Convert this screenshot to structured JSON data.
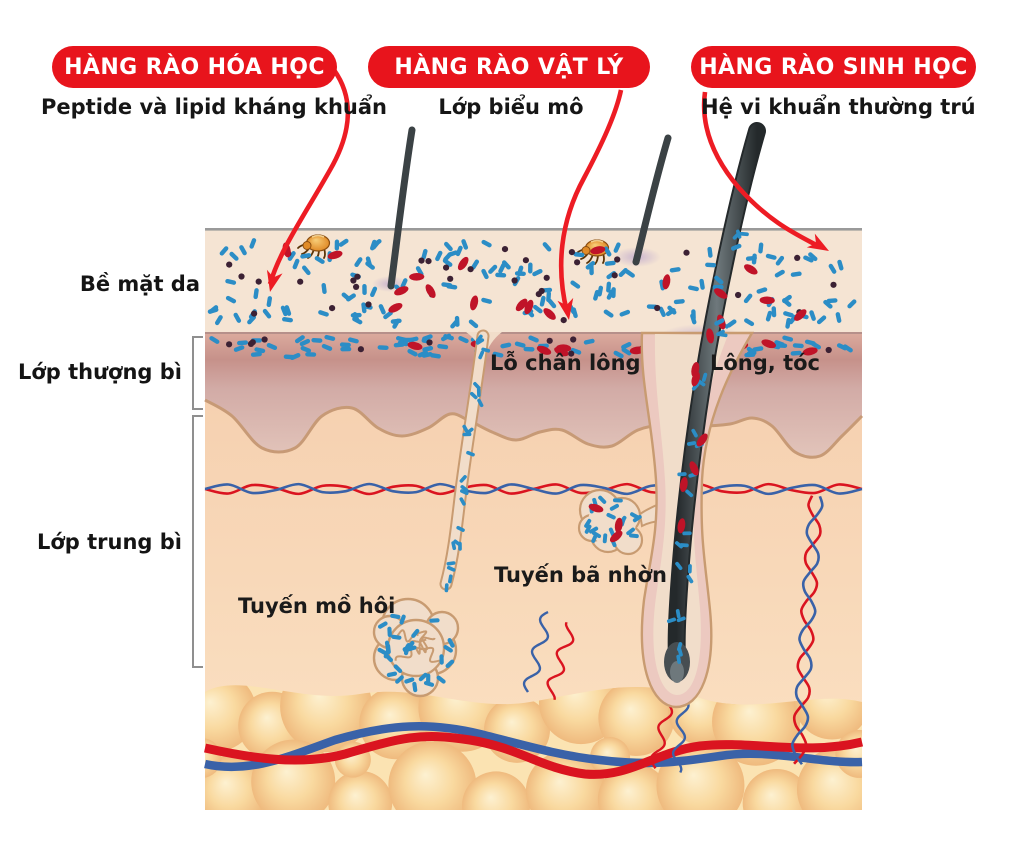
{
  "title": "Skin barrier diagram (Vietnamese)",
  "banners": [
    {
      "label": "HÀNG RÀO HÓA HỌC",
      "sublabel": "Peptide và lipid kháng khuẩn"
    },
    {
      "label": "HÀNG RÀO VẬT LÝ",
      "sublabel": "Lớp biểu mô"
    },
    {
      "label": "HÀNG RÀO SINH HỌC",
      "sublabel": "Hệ vi khuẩn thường trú"
    }
  ],
  "layer_labels": {
    "surface": "Bề mặt da",
    "epidermis": "Lớp thượng bì",
    "dermis": "Lớp trung bì"
  },
  "part_labels": {
    "pore": "Lỗ chân lông",
    "hair": "Lông, tóc",
    "sebaceous": "Tuyến bã nhờn",
    "sweat": "Tuyến mồ hôi"
  },
  "colors": {
    "banner_red": "#e8141c",
    "arrow_red": "#ed1c24",
    "surface_cream": "#f5e4d3",
    "surface_border": "#9a9a9a",
    "epi_top": "#dcab9e",
    "epi_dark": "#c6918a",
    "epi_mid": "#d2aba6",
    "epi_bottom": "#e2c4ba",
    "epi_outline": "#c79a76",
    "dermis_top": "#f5cead",
    "dermis_bottom": "#fbe2c4",
    "fat_bg": "#fbe3b2",
    "bubble_center": "#fdf1d1",
    "bubble_mid": "#f9d99f",
    "bubble_edge": "#efba7e",
    "vessel_red": "#da1420",
    "vessel_blue": "#3a62a8",
    "gland_fill": "#f1ddca",
    "gland_outline": "#c89b71",
    "sheath_pink": "#ecc9c0",
    "hair_dark": "#24292b",
    "hair_body": "#474e52",
    "hair_light": "#6e787c",
    "microbe_blue": "#2b8dc6",
    "microbe_red": "#c01328",
    "microbe_dot": "#3c2134",
    "mite_orange": "#e08b28",
    "mite_light": "#f8cf7a",
    "mite_leg": "#5a3408",
    "purple_smudge": "#b39ccc",
    "bracket_gray": "#8f8f8f",
    "label_dark": "#1a1a1a"
  }
}
